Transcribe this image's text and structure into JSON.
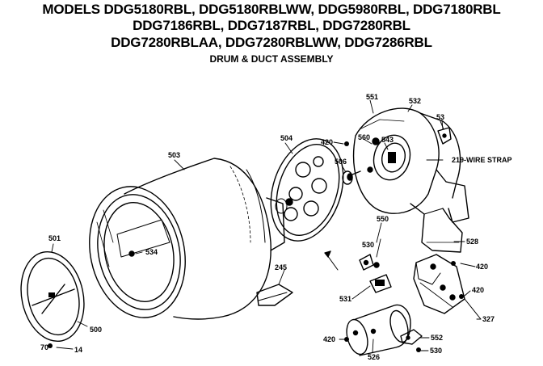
{
  "title": {
    "line1": "MODELS DDG5180RBL, DDG5180RBLWW, DDG5980RBL, DDG7180RBL",
    "line2": "DDG7186RBL, DDG7187RBL, DDG7280RBL",
    "line3": "DDG7280RBLAA, DDG7280RBLWW, DDG7286RBL",
    "subtitle": "DRUM & DUCT ASSEMBLY"
  },
  "parts": {
    "p501": "501",
    "p500": "500",
    "p503": "503",
    "p534": "534",
    "p504": "504",
    "p506": "506",
    "p420_top": "420",
    "p560": "560",
    "p551": "551",
    "p532": "532",
    "p543": "543",
    "p53": "53",
    "wire_strap": "219-WIRE STRAP",
    "p550_a": "550",
    "p530_a": "530",
    "p245": "245",
    "p528": "528",
    "p420_mid": "420",
    "p420_right": "420",
    "p531": "531",
    "p327": "327",
    "p420_bottom": "420",
    "p526": "526",
    "p552": "552",
    "p530_b": "530",
    "p70": "70",
    "p14": "14"
  }
}
